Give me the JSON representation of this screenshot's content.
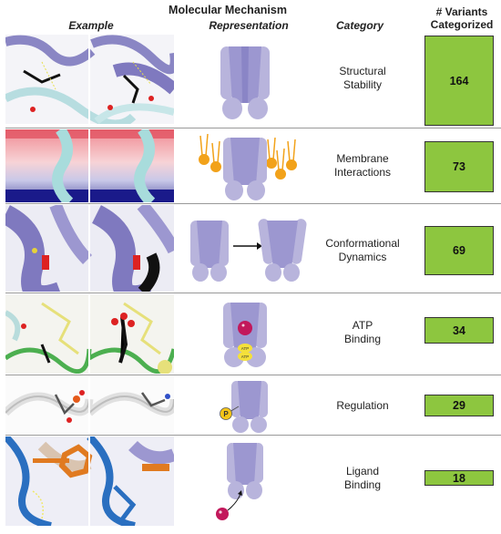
{
  "header": {
    "title": "Molecular Mechanism",
    "example": "Example",
    "representation": "Representation",
    "category": "Category",
    "count_line1": "# Variants",
    "count_line2": "Categorized"
  },
  "colors": {
    "protein_light": "#b8b4dc",
    "protein_mid": "#9c97d0",
    "protein_dark": "#7f79bf",
    "count_box": "#8dc63f",
    "lipid": "#f2a21a",
    "atp": "#f5e13a",
    "ligand": "#c2185b"
  },
  "rows": [
    {
      "category_line1": "Structural",
      "category_line2": "Stability",
      "count": "164"
    },
    {
      "category_line1": "Membrane",
      "category_line2": "Interactions",
      "count": "73"
    },
    {
      "category_line1": "Conformational",
      "category_line2": "Dynamics",
      "count": "69"
    },
    {
      "category_line1": "ATP",
      "category_line2": "Binding",
      "count": "34",
      "atp_label": "ATP"
    },
    {
      "category_line1": "Regulation",
      "category_line2": "",
      "count": "29",
      "phospho_label": "P"
    },
    {
      "category_line1": "Ligand",
      "category_line2": "Binding",
      "count": "18"
    }
  ]
}
